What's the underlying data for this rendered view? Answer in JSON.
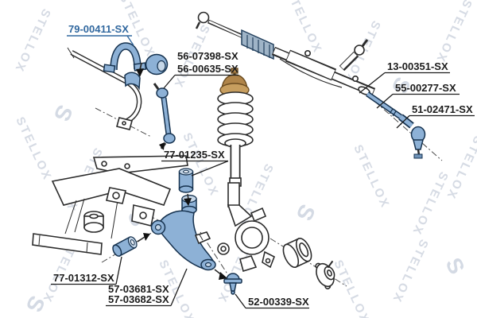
{
  "watermark": {
    "text": "STELLOX",
    "logo_letter": "S",
    "color": "#d6dbe4"
  },
  "palette": {
    "background": "#ffffff",
    "line_art": "#2b2b2b",
    "highlight_label_blue": "#31689f",
    "part_fill_blue": "#8db1d6",
    "part_outline_blue": "#16324f",
    "strut_mount_tan": "#c79e5f"
  },
  "labels": [
    {
      "text": "79-00411-SX",
      "part": "stabilizer-bushing-and-clamp",
      "highlighted": true
    },
    {
      "text": "56-07398-SX",
      "part": "stabilizer-link",
      "highlighted": false
    },
    {
      "text": "56-00635-SX",
      "part": "stabilizer-link",
      "highlighted": false
    },
    {
      "text": "13-00351-SX",
      "part": "steering-rack-boot",
      "highlighted": false
    },
    {
      "text": "55-00277-SX",
      "part": "inner-tie-rod",
      "highlighted": false
    },
    {
      "text": "51-02471-SX",
      "part": "tie-rod-end",
      "highlighted": false
    },
    {
      "text": "77-01235-SX",
      "part": "control-arm-rear-bushing",
      "highlighted": false
    },
    {
      "text": "77-01312-SX",
      "part": "control-arm-front-bushing",
      "highlighted": false
    },
    {
      "text": "57-03681-SX",
      "part": "control-arm",
      "highlighted": false
    },
    {
      "text": "57-03682-SX",
      "part": "control-arm",
      "highlighted": false
    },
    {
      "text": "52-00339-SX",
      "part": "ball-joint",
      "highlighted": false
    }
  ],
  "parts_drawn": [
    "stabilizer-bar",
    "stabilizer-bushing-clamp",
    "stabilizer-bushing",
    "stabilizer-link",
    "strut-assembly",
    "coil-spring",
    "strut-top-mount",
    "steering-rack",
    "rack-boot",
    "inner-tie-rod",
    "tie-rod-end",
    "subframe",
    "control-arm",
    "control-arm-rear-bushing",
    "control-arm-front-bushing",
    "ball-joint",
    "steering-knuckle",
    "wheel-bearing",
    "wheel-hub"
  ]
}
